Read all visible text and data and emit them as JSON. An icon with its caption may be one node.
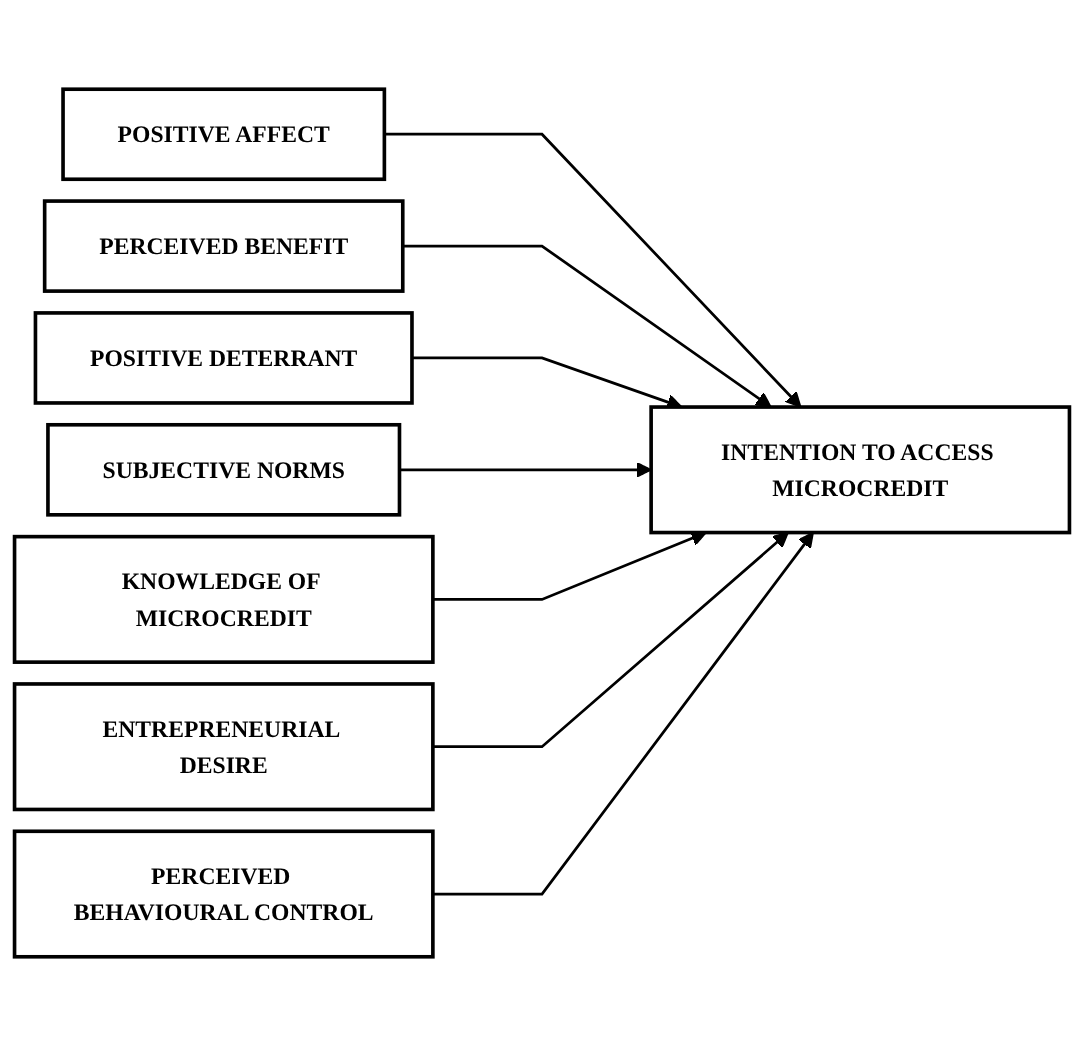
{
  "diagram": {
    "nodes": [
      {
        "text": [
          "POSITIVE AFFECT"
        ]
      },
      {
        "text": [
          "PERCEIVED BENEFIT"
        ]
      },
      {
        "text": [
          "POSITIVE DETERRANT"
        ]
      },
      {
        "text": [
          "SUBJECTIVE NORMS"
        ]
      },
      {
        "text": [
          "KNOWLEDGE OF MICROCREDIT"
        ]
      },
      {
        "text": [
          "ENTREPRENEURIAL DESIRE"
        ]
      },
      {
        "text": [
          "PERCEIVED BEHAVIOURAL CONTROL"
        ]
      },
      {
        "text": [
          "INTENTION TO ACCESS MICROCREDIT"
        ]
      }
    ],
    "edges": [
      {
        "from": 0,
        "to": 7,
        "arrow": "to"
      },
      {
        "from": 1,
        "to": 7,
        "arrow": "to"
      },
      {
        "from": 2,
        "to": 7,
        "arrow": "to"
      },
      {
        "from": 3,
        "to": 7,
        "arrow": "to"
      },
      {
        "from": 4,
        "to": 7,
        "arrow": "to"
      },
      {
        "from": 5,
        "to": 7,
        "arrow": "to"
      },
      {
        "from": 6,
        "to": 7,
        "arrow": "to"
      }
    ]
  }
}
